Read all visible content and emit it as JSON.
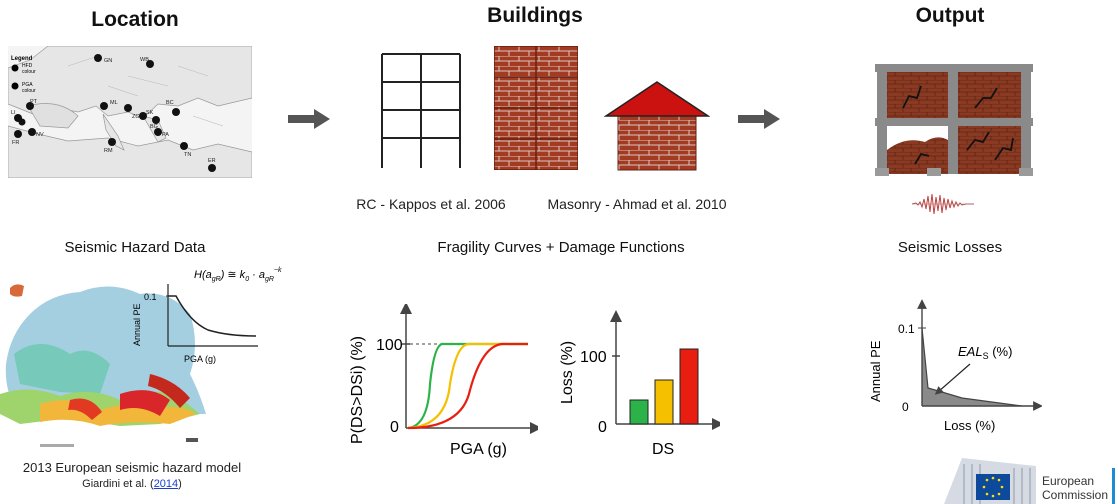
{
  "headers": {
    "location": "Location",
    "buildings": "Buildings",
    "output": "Output"
  },
  "map_legend": {
    "title": "Legend",
    "item1": "HFD",
    "item1b": "colour",
    "item2": "PGA",
    "item2b": "colour"
  },
  "map_sites": [
    "GN",
    "WB",
    "PT",
    "ML",
    "ZG",
    "SK",
    "BG",
    "BC",
    "RM",
    "PA",
    "ER",
    "LI",
    "NV",
    "FR",
    "TN",
    "LU"
  ],
  "buildings": {
    "rc_caption": "RC - Kappos et al. 2006",
    "masonry_caption": "Masonry - Ahmad et al. 2010"
  },
  "sections": {
    "hazard": "Seismic Hazard Data",
    "fragility": "Fragility Curves + Damage Functions",
    "losses": "Seismic Losses"
  },
  "hazard_plot": {
    "formula_lhs": "H(a",
    "formula_rhs": ") ≅ k",
    "formula_mid": " · a",
    "formula_exp": "−k",
    "ylabel": "Annual PE",
    "xlabel": "PGA (g)",
    "ytick": "0.1"
  },
  "fragility_plot": {
    "ylabel": "P(DS>DSi) (%)",
    "xlabel": "PGA (g)",
    "ytick_top": "100",
    "ytick_bottom": "0"
  },
  "loss_bar_plot": {
    "ylabel": "Loss (%)",
    "xlabel": "DS",
    "ytick_top": "100",
    "ytick_bottom": "0"
  },
  "losses_plot": {
    "ylabel": "Annual PE",
    "xlabel": "Loss (%)",
    "ytick_top": "0.1",
    "ytick_bottom": "0",
    "annotation": "EAL",
    "annotation_sub": "S",
    "annotation_tail": " (%)"
  },
  "hazard_caption": {
    "line1": "2013 European seismic hazard model",
    "line2_prefix": "Giardini et al. (",
    "line2_link": "2014",
    "line2_suffix": ")"
  },
  "logo": {
    "line1": "European",
    "line2": "Commission"
  },
  "colors": {
    "brick": "#a33a22",
    "roof": "#cc1111",
    "green": "#2bb34a",
    "yellow": "#f5c000",
    "red": "#e81f10",
    "arrow": "#555555",
    "eu_blue": "#0d4a9c",
    "eu_star": "#ffe000"
  }
}
